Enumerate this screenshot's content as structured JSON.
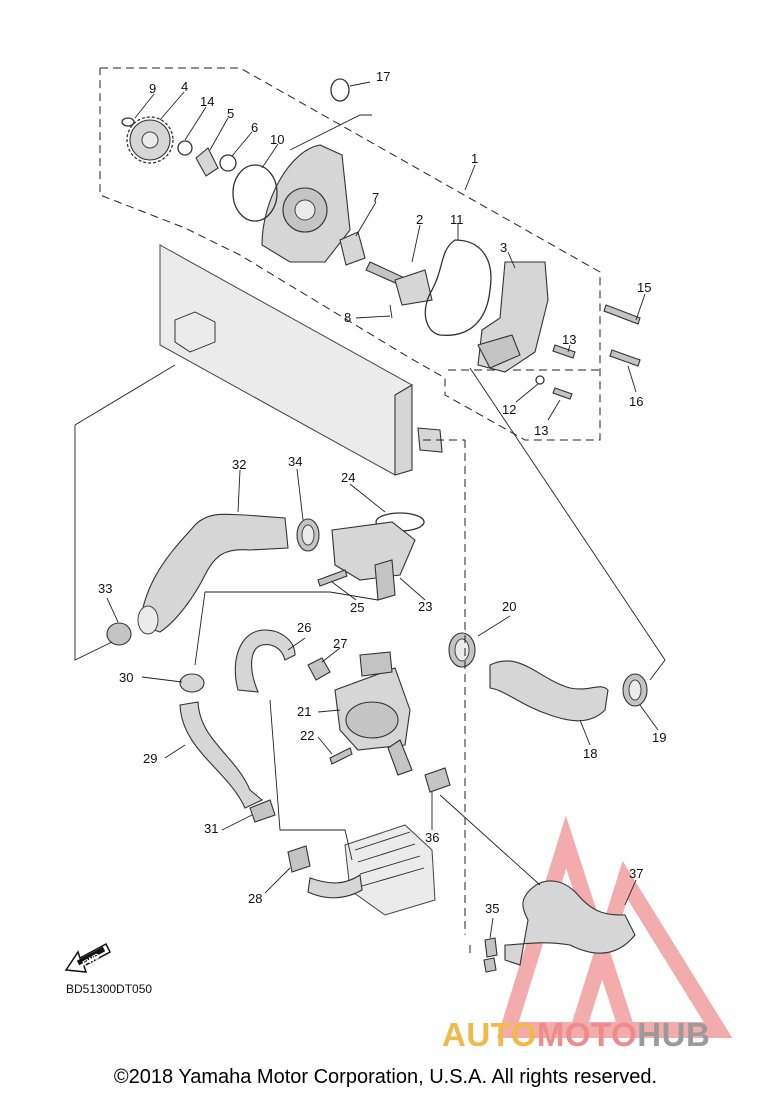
{
  "diagram": {
    "code": "BD51300DT050",
    "copyright": "©2018 Yamaha Motor Corporation, U.S.A. All rights reserved.",
    "fwd_label": "FWD",
    "watermark": {
      "part1": "AUTO",
      "part2": "MOTO",
      "part3": "HUB"
    },
    "callouts": [
      "1",
      "2",
      "3",
      "4",
      "5",
      "6",
      "7",
      "8",
      "9",
      "10",
      "11",
      "12",
      "13",
      "13",
      "14",
      "15",
      "16",
      "17",
      "18",
      "19",
      "20",
      "21",
      "22",
      "23",
      "24",
      "25",
      "26",
      "27",
      "28",
      "29",
      "30",
      "31",
      "32",
      "33",
      "34",
      "35",
      "36",
      "37"
    ]
  },
  "colors": {
    "line": "#222222",
    "part_fill": "#d6d6d6",
    "watermark_red": "#e86a6a",
    "watermark_orange": "#f2b84a",
    "watermark_grey": "#9a9a9a"
  }
}
